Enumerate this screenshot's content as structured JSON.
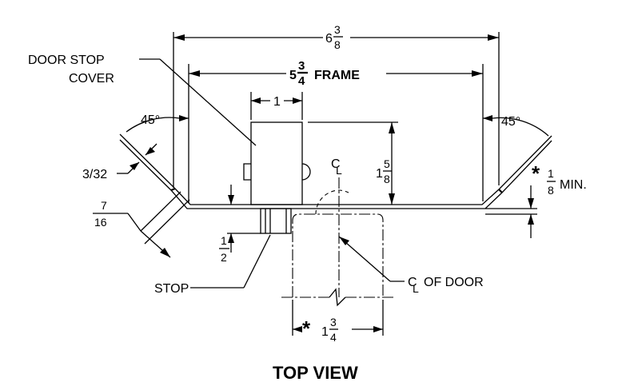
{
  "diagram": {
    "title": "TOP VIEW",
    "labels": {
      "overall_whole": "6",
      "overall_num": "3",
      "overall_den": "8",
      "frame_whole": "5",
      "frame_num": "3",
      "frame_den": "4",
      "frame_word": "FRAME",
      "door_stop_cover_1": "DOOR STOP",
      "door_stop_cover_2": "COVER",
      "dim_one": "1",
      "angle_left": "45°",
      "angle_right": "45°",
      "gauge": "3/32",
      "seven_num": "7",
      "seven_den": "16",
      "height_whole": "1",
      "height_num": "5",
      "height_den": "8",
      "centerline_top": "C",
      "centerline_sub": "L",
      "min_num": "1",
      "min_den": "8",
      "min_word": "MIN.",
      "half_num": "1",
      "half_den": "2",
      "stop": "STOP",
      "door_cl_c": "C",
      "door_cl_l": "L",
      "door_cl_text": "OF DOOR",
      "door_whole": "1",
      "door_num": "3",
      "door_den": "4",
      "asterisk": "*"
    }
  }
}
